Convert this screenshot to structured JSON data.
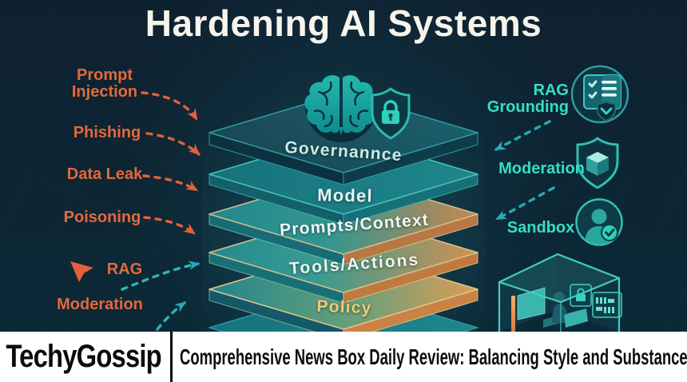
{
  "title": "Hardening AI Systems",
  "colors": {
    "background": "#0d2432",
    "threat_accent": "#e5683c",
    "defense_accent": "#35dfc4",
    "policy_text": "#f0ca74",
    "stack_teal": "#1f868c",
    "stack_orange": "#d3914f",
    "banner_bg": "#ffffff",
    "banner_text": "#0b0b0b"
  },
  "threats": {
    "items": [
      {
        "label": "Prompt Injection"
      },
      {
        "label": "Phishing"
      },
      {
        "label": "Data Leak"
      },
      {
        "label": "Poisoning"
      },
      {
        "label": "RAG"
      },
      {
        "label": "Moderation"
      }
    ]
  },
  "stack": {
    "icons": [
      {
        "name": "brain-icon"
      },
      {
        "name": "shield-lock-icon"
      }
    ],
    "layers": [
      {
        "label": "Governannce"
      },
      {
        "label": "Model"
      },
      {
        "label": "Prompts/Context"
      },
      {
        "label": "Tools/Actions"
      },
      {
        "label": "Policy"
      }
    ]
  },
  "defenses": {
    "items": [
      {
        "label": "RAG Grounding",
        "icon": "checklist-shield-icon"
      },
      {
        "label": "Moderation",
        "icon": "shield-cube-icon"
      },
      {
        "label": "Sandbox",
        "icon": "user-check-icon"
      }
    ],
    "illustration": "sandbox-cube"
  },
  "footer": {
    "brand": "TechyGossip",
    "headline": "Comprehensive News Box Daily Review: Balancing Style and Substance"
  }
}
